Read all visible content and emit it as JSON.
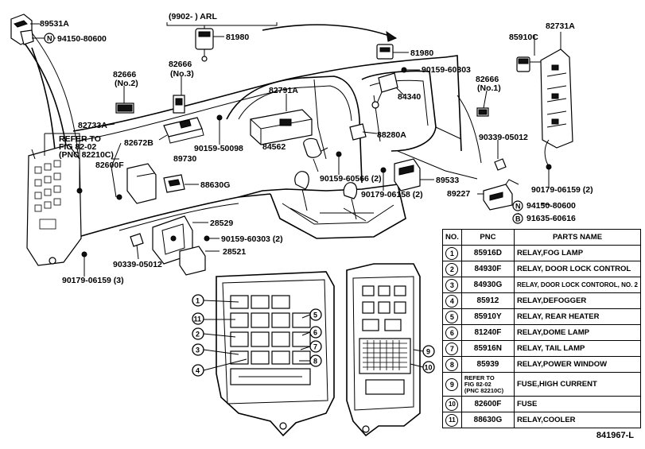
{
  "callouts": {
    "c89531A": "89531A",
    "c94150_80600_top": "94150-80600",
    "variant": "(9902-       ) ARL",
    "c81980_a": "81980",
    "c81980_b": "81980",
    "c82731A": "82731A",
    "c85910C": "85910C",
    "c82666_no2_num": "82666",
    "c82666_no2_sub": "(No.2)",
    "c82666_no3_num": "82666",
    "c82666_no3_sub": "(No.3)",
    "c82666_no1_num": "82666",
    "c82666_no1_sub": "(No.1)",
    "c90159_60303_top": "90159-60303",
    "c82791A": "82791A",
    "c84340": "84340",
    "c82733A": "82733A",
    "ref1": "REFER TO",
    "ref2": "FIG 82-02",
    "ref3": "(PNC 82210C)",
    "c82672B": "82672B",
    "c82600F": "82600F",
    "c90159_50098": "90159-50098",
    "c89730": "89730",
    "c84562": "84562",
    "c88280A": "88280A",
    "c90339_05012_r": "90339-05012",
    "c88630G": "88630G",
    "c90159_60566": "90159-60566 (2)",
    "c90179_06158": "90179-06158 (2)",
    "c89533": "89533",
    "c89227": "89227",
    "c90179_06159_2": "90179-06159 (2)",
    "c94150_80600_b": "94150-80600",
    "c91635_60616": "91635-60616",
    "c28529": "28529",
    "c90159_60303_2": "90159-60303 (2)",
    "c90339_05012_l": "90339-05012",
    "c28521": "28521",
    "c90179_06159_3": "90179-06159 (3)",
    "markN": "N",
    "markB": "B"
  },
  "circle_nums": [
    "1",
    "2",
    "3",
    "4",
    "5",
    "6",
    "7",
    "8",
    "9",
    "10",
    "11"
  ],
  "table": {
    "headers": [
      "NO.",
      "PNC",
      "PARTS NAME"
    ],
    "rows": [
      {
        "no": "1",
        "pnc": "85916D",
        "name": "RELAY,FOG LAMP"
      },
      {
        "no": "2",
        "pnc": "84930F",
        "name": "RELAY, DOOR LOCK CONTROL"
      },
      {
        "no": "3",
        "pnc": "84930G",
        "name": "RELAY, DOOR LOCK CONTOROL, NO. 2"
      },
      {
        "no": "4",
        "pnc": "85912",
        "name": "RELAY,DEFOGGER"
      },
      {
        "no": "5",
        "pnc": "85910Y",
        "name": "RELAY, REAR HEATER"
      },
      {
        "no": "6",
        "pnc": "81240F",
        "name": "RELAY,DOME LAMP"
      },
      {
        "no": "7",
        "pnc": "85916N",
        "name": "RELAY, TAIL LAMP"
      },
      {
        "no": "8",
        "pnc": "85939",
        "name": "RELAY,POWER WINDOW"
      },
      {
        "no": "9",
        "pnc_lines": [
          "REFER TO",
          "FIG 82-02",
          "(PNC 82210C)"
        ],
        "name": "FUSE,HIGH CURRENT"
      },
      {
        "no": "10",
        "pnc": "82600F",
        "name": "FUSE"
      },
      {
        "no": "11",
        "pnc": "88630G",
        "name": "RELAY,COOLER"
      }
    ]
  },
  "doc_number": "841967-L"
}
